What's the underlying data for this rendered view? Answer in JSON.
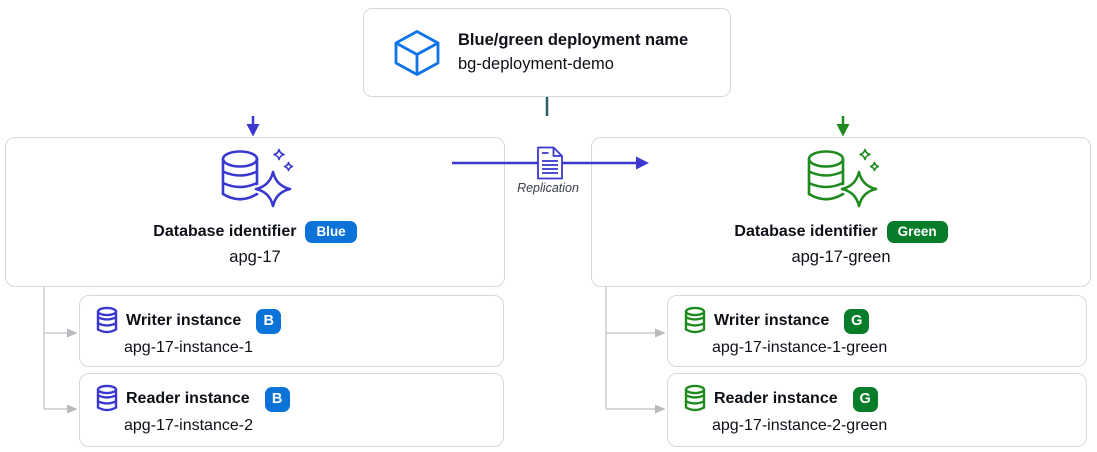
{
  "colors": {
    "indigo": "#3b38cf",
    "green": "#1f8b1f",
    "teal": "#2c5f63",
    "badge-blue": "#0b72d8",
    "badge-green": "#077d2a",
    "cube-blue": "#0f74e8",
    "box-border": "#d5d9d9",
    "connector-gray": "#c9cacd",
    "arrow-gray": "#b9babd",
    "text": "#0d1017",
    "label-gray": "#3a3f46"
  },
  "deployment": {
    "title": "Blue/green deployment name",
    "name": "bg-deployment-demo",
    "icon": "cube-icon"
  },
  "replication": {
    "label": "Replication",
    "icon": "document-icon"
  },
  "blue_env": {
    "db": {
      "title": "Database identifier",
      "badge": "Blue",
      "name": "apg-17",
      "icon": "aurora-database-icon"
    },
    "instances": [
      {
        "title": "Writer instance",
        "badge": "B",
        "name": "apg-17-instance-1",
        "icon": "database-instance-icon"
      },
      {
        "title": "Reader instance",
        "badge": "B",
        "name": "apg-17-instance-2",
        "icon": "database-instance-icon"
      }
    ]
  },
  "green_env": {
    "db": {
      "title": "Database identifier",
      "badge": "Green",
      "name": "apg-17-green",
      "icon": "aurora-database-icon"
    },
    "instances": [
      {
        "title": "Writer instance",
        "badge": "G",
        "name": "apg-17-instance-1-green",
        "icon": "database-instance-icon"
      },
      {
        "title": "Reader instance",
        "badge": "G",
        "name": "apg-17-instance-2-green",
        "icon": "database-instance-icon"
      }
    ]
  }
}
